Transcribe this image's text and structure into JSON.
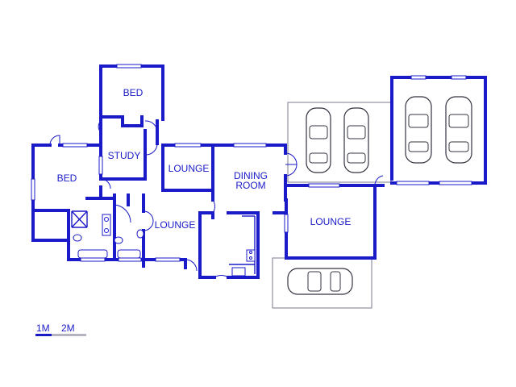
{
  "rooms": {
    "bed_top": "BED",
    "bed_left": "BED",
    "study": "STUDY",
    "lounge_small": "LOUNGE",
    "dining": [
      "DINING",
      "ROOM"
    ],
    "lounge_center": "LOUNGE",
    "lounge_right": "LOUNGE"
  },
  "scale": {
    "label_1": "1M",
    "label_2": "2M"
  },
  "colors": {
    "wall": "#1a1ac8",
    "outline": "#7a7a8c",
    "car": "#333340"
  }
}
